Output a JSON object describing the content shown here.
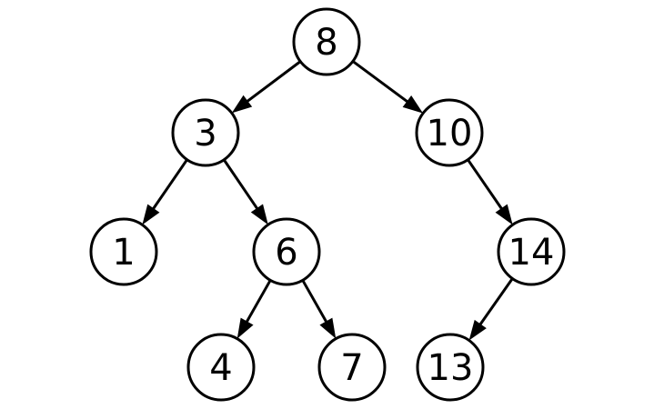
{
  "diagram": {
    "nodes": [
      {
        "id": "n8",
        "label": "8"
      },
      {
        "id": "n3",
        "label": "3"
      },
      {
        "id": "n10",
        "label": "10"
      },
      {
        "id": "n1",
        "label": "1"
      },
      {
        "id": "n6",
        "label": "6"
      },
      {
        "id": "n14",
        "label": "14"
      },
      {
        "id": "n4",
        "label": "4"
      },
      {
        "id": "n7",
        "label": "7"
      },
      {
        "id": "n13",
        "label": "13"
      }
    ],
    "edges": [
      {
        "from": "n8",
        "to": "n3"
      },
      {
        "from": "n8",
        "to": "n10"
      },
      {
        "from": "n3",
        "to": "n1"
      },
      {
        "from": "n3",
        "to": "n6"
      },
      {
        "from": "n10",
        "to": "n14"
      },
      {
        "from": "n6",
        "to": "n4"
      },
      {
        "from": "n6",
        "to": "n7"
      },
      {
        "from": "n14",
        "to": "n13"
      }
    ]
  }
}
